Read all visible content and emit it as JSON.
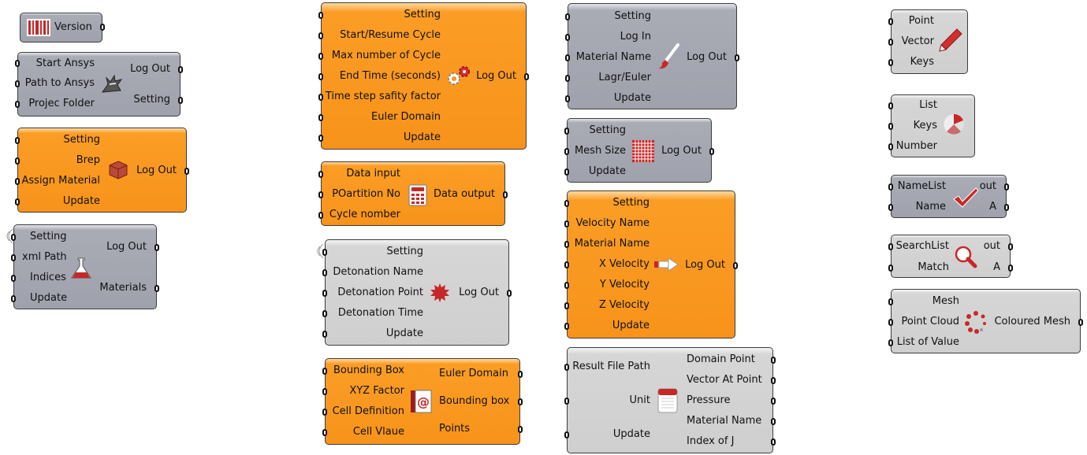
{
  "components": {
    "version": {
      "label": "Version"
    },
    "start_ansys": {
      "inputs": [
        "Start Ansys",
        "Path to Ansys",
        "Projec Folder"
      ],
      "outputs": [
        "Log Out",
        "Setting"
      ]
    },
    "brep": {
      "inputs": [
        "Setting",
        "Brep",
        "Assign Material",
        "Update"
      ],
      "outputs": [
        "Log Out"
      ]
    },
    "xml": {
      "inputs": [
        "Setting",
        "xml Path",
        "Indices",
        "Update"
      ],
      "outputs": [
        "Log Out",
        "Materials"
      ]
    },
    "cycle": {
      "inputs": [
        "Setting",
        "Start/Resume Cycle",
        "Max number of Cycle",
        "End Time (seconds)",
        "Time step safity factor",
        "Euler Domain",
        "Update"
      ],
      "outputs": [
        "Log Out"
      ]
    },
    "data": {
      "inputs": [
        "Data input",
        "POartition No",
        "Cycle nomber"
      ],
      "outputs": [
        "Data output"
      ]
    },
    "detonation": {
      "inputs": [
        "Setting",
        "Detonation Name",
        "Detonation Point",
        "Detonation Time",
        "Update"
      ],
      "outputs": [
        "Log Out"
      ]
    },
    "bbox": {
      "inputs": [
        "Bounding Box",
        "XYZ Factor",
        "Cell Definition",
        "Cell Vlaue"
      ],
      "outputs": [
        "Euler Domain",
        "Bounding box",
        "Points"
      ]
    },
    "material": {
      "inputs": [
        "Setting",
        "Log In",
        "Material Name",
        "Lagr/Euler",
        "Update"
      ],
      "outputs": [
        "Log Out"
      ]
    },
    "mesh": {
      "inputs": [
        "Setting",
        "Mesh Size",
        "Update"
      ],
      "outputs": [
        "Log Out"
      ]
    },
    "velocity": {
      "inputs": [
        "Setting",
        "Velocity Name",
        "Material Name",
        "X Velocity",
        "Y Velocity",
        "Z Velocity",
        "Update"
      ],
      "outputs": [
        "Log Out"
      ]
    },
    "result": {
      "inputs": [
        "Result File Path",
        "Unit",
        "Update"
      ],
      "outputs": [
        "Domain Point",
        "Vector At Point",
        "Pressure",
        "Material Name",
        "Index of J"
      ]
    },
    "pvk": {
      "inputs": [
        "Point",
        "Vector",
        "Keys"
      ]
    },
    "lkn": {
      "inputs": [
        "List",
        "Keys",
        "Number"
      ]
    },
    "namelist": {
      "inputs": [
        "NameList",
        "Name"
      ],
      "outputs": [
        "out",
        "A"
      ]
    },
    "search": {
      "inputs": [
        "SearchList",
        "Match"
      ],
      "outputs": [
        "out",
        "A"
      ]
    },
    "cmesh": {
      "inputs": [
        "Mesh",
        "Point Cloud",
        "List of Value"
      ],
      "outputs": [
        "Coloured Mesh"
      ]
    }
  },
  "icons": [
    "barcode-icon",
    "wolf-icon",
    "cube-icon",
    "flask-icon",
    "gears-icon",
    "calculator-icon",
    "splat-icon",
    "at-book-icon",
    "paintbrush-icon",
    "grid-icon",
    "arrow-icon",
    "report-icon",
    "pencil-icon",
    "pie-icon",
    "checkmark-icon",
    "magnifier-icon",
    "dots-icon"
  ],
  "colors": {
    "orange": "#f7931b",
    "gray": "#a0a2ad",
    "light_gray": "#d2d2d2",
    "red": "#c62828"
  }
}
